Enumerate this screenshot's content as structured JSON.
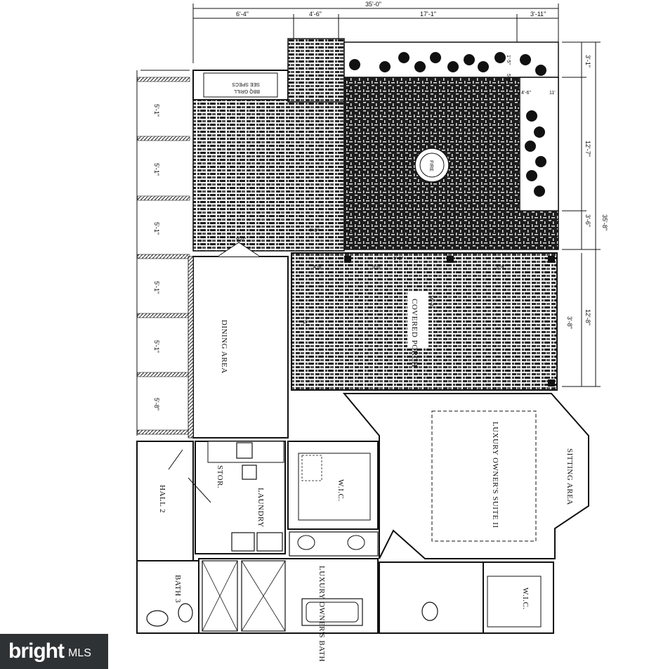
{
  "rooms": {
    "dining_area": "DINING AREA",
    "covered_porch": "COVERED PORCH",
    "suite": "LUXURY OWNER'S SUITE II",
    "suite_sub": "",
    "sitting_area": "SITTING AREA",
    "wic_left": "W.I.C.",
    "wic_right": "W.I.C.",
    "laundry": "LAUNDRY",
    "storage": "STOR.",
    "hall": "HALL 2",
    "bath3": "BATH 3",
    "owners_bath": "LUXURY OWNER'S BATH",
    "fire": "FIRE",
    "grill": "SEE SPECS",
    "grill2": "BBQ GRILL"
  },
  "dimensions": {
    "top_total": "35'-0\"",
    "top_segments": [
      "6'-4\"",
      "4'-6\"",
      "17'-1\"",
      "3'-11\""
    ],
    "right_total": "35'-8\"",
    "right_upper": [
      "3'-1\"",
      "3'-6\"",
      "12'-7\""
    ],
    "right_lower": [
      "3'-8\"",
      "12'-8\""
    ],
    "left_column": [
      "5'-1\"",
      "5'-1\"",
      "5'-1\"",
      "5'-1\"",
      "5'-1\"",
      "5'-8\""
    ],
    "mid_labels": [
      "9'-0\"",
      "4'-6\"",
      "8'-0\"",
      "7'-3\"",
      "11'-3\"",
      "4'-6\"",
      "9'-0\"",
      "3'-8\"",
      "4'-6\"",
      "9'-9\"",
      "11'",
      "1'-5\"",
      "5'-4\"",
      "1'-1\"",
      "16'-3\""
    ]
  },
  "watermark": {
    "brand": "bright",
    "suffix": "MLS"
  }
}
